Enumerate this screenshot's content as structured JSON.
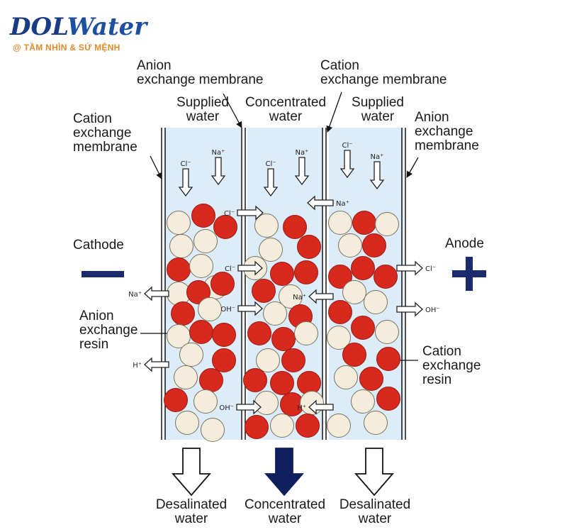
{
  "logo": {
    "brand": "DOLWater",
    "tagline": "@ TẦM NHÌN & SỨ MỆNH"
  },
  "labels": {
    "anion_membrane_top": [
      "Anion",
      "exchange membrane"
    ],
    "cation_membrane_top": [
      "Cation",
      "exchange membrane"
    ],
    "cation_membrane_left": [
      "Cation",
      "exchange",
      "membrane"
    ],
    "anion_membrane_right": [
      "Anion",
      "exchange",
      "membrane"
    ],
    "supplied_water_left": [
      "Supplied",
      "water"
    ],
    "concentrated_water_top": [
      "Concentrated",
      "water"
    ],
    "supplied_water_right": [
      "Supplied",
      "water"
    ],
    "cathode": "Cathode",
    "anode": "Anode",
    "anion_resin": [
      "Anion",
      "exchange",
      "resin"
    ],
    "cation_resin": [
      "Cation",
      "exchange",
      "resin"
    ],
    "out_left": [
      "Desalinated",
      "water"
    ],
    "out_center": [
      "Concentrated",
      "water"
    ],
    "out_right": [
      "Desalinated",
      "water"
    ]
  },
  "ions": {
    "cl": "Cl⁻",
    "na": "Na⁺",
    "oh": "OH⁻",
    "h": "H⁺"
  },
  "colors": {
    "chamber_fill": "#dcecf8",
    "cation_resin_bead": "#d8291f",
    "anion_resin_bead": "#f4eddc",
    "outlet_concentrated": "#0f1e5c",
    "electrode": "#1a2a6c"
  }
}
